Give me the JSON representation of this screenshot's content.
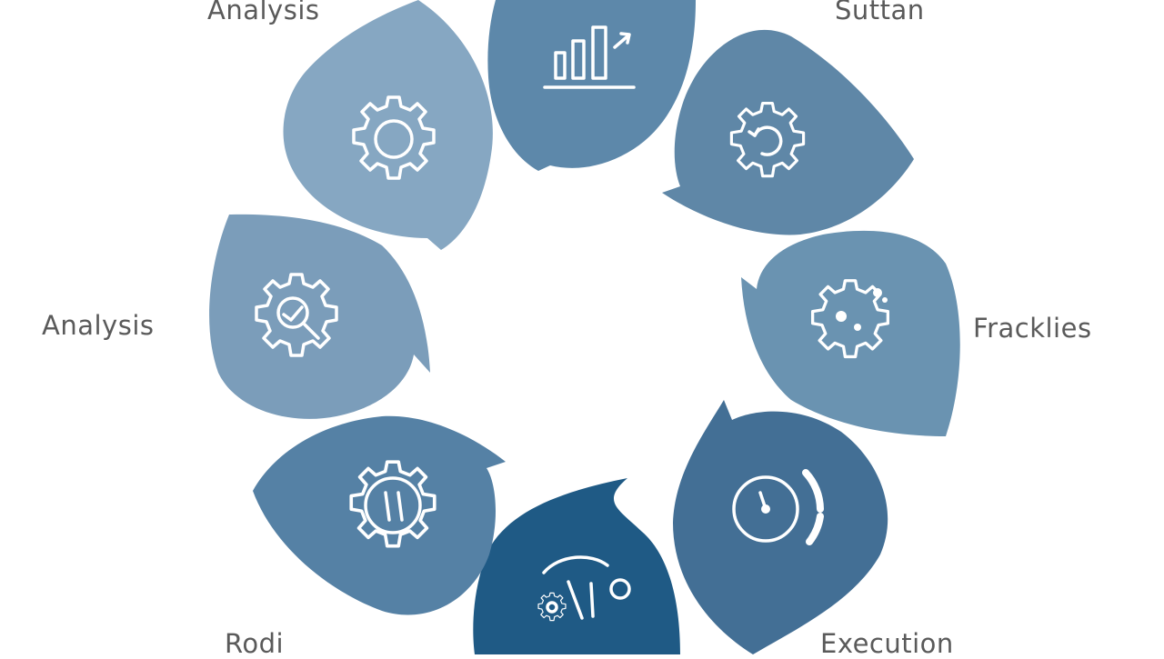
{
  "labels": {
    "top_left": "Analysis",
    "top_right": "Suttan",
    "left": "Analysis",
    "right": "Fracklies",
    "bottom_left": "Rodi",
    "bottom_right": "Execution"
  },
  "petals": [
    {
      "name": "petal-chart",
      "icon": "bar-chart-icon",
      "color": "#5d88aa"
    },
    {
      "name": "petal-gear-refresh",
      "icon": "gear-refresh-icon",
      "color": "#5f87a7"
    },
    {
      "name": "petal-gear-splash",
      "icon": "gear-splash-icon",
      "color": "#6a93b1"
    },
    {
      "name": "petal-gauge",
      "icon": "gauge-icon",
      "color": "#436f95"
    },
    {
      "name": "petal-gear-tools",
      "icon": "gear-tools-icon",
      "color": "#1f5a85"
    },
    {
      "name": "petal-gear-compass",
      "icon": "gear-compass-icon",
      "color": "#5581a5"
    },
    {
      "name": "petal-gear-search",
      "icon": "gear-search-icon",
      "color": "#7b9dba"
    },
    {
      "name": "petal-gear-ring",
      "icon": "gear-ring-icon",
      "color": "#86a7c2"
    }
  ]
}
